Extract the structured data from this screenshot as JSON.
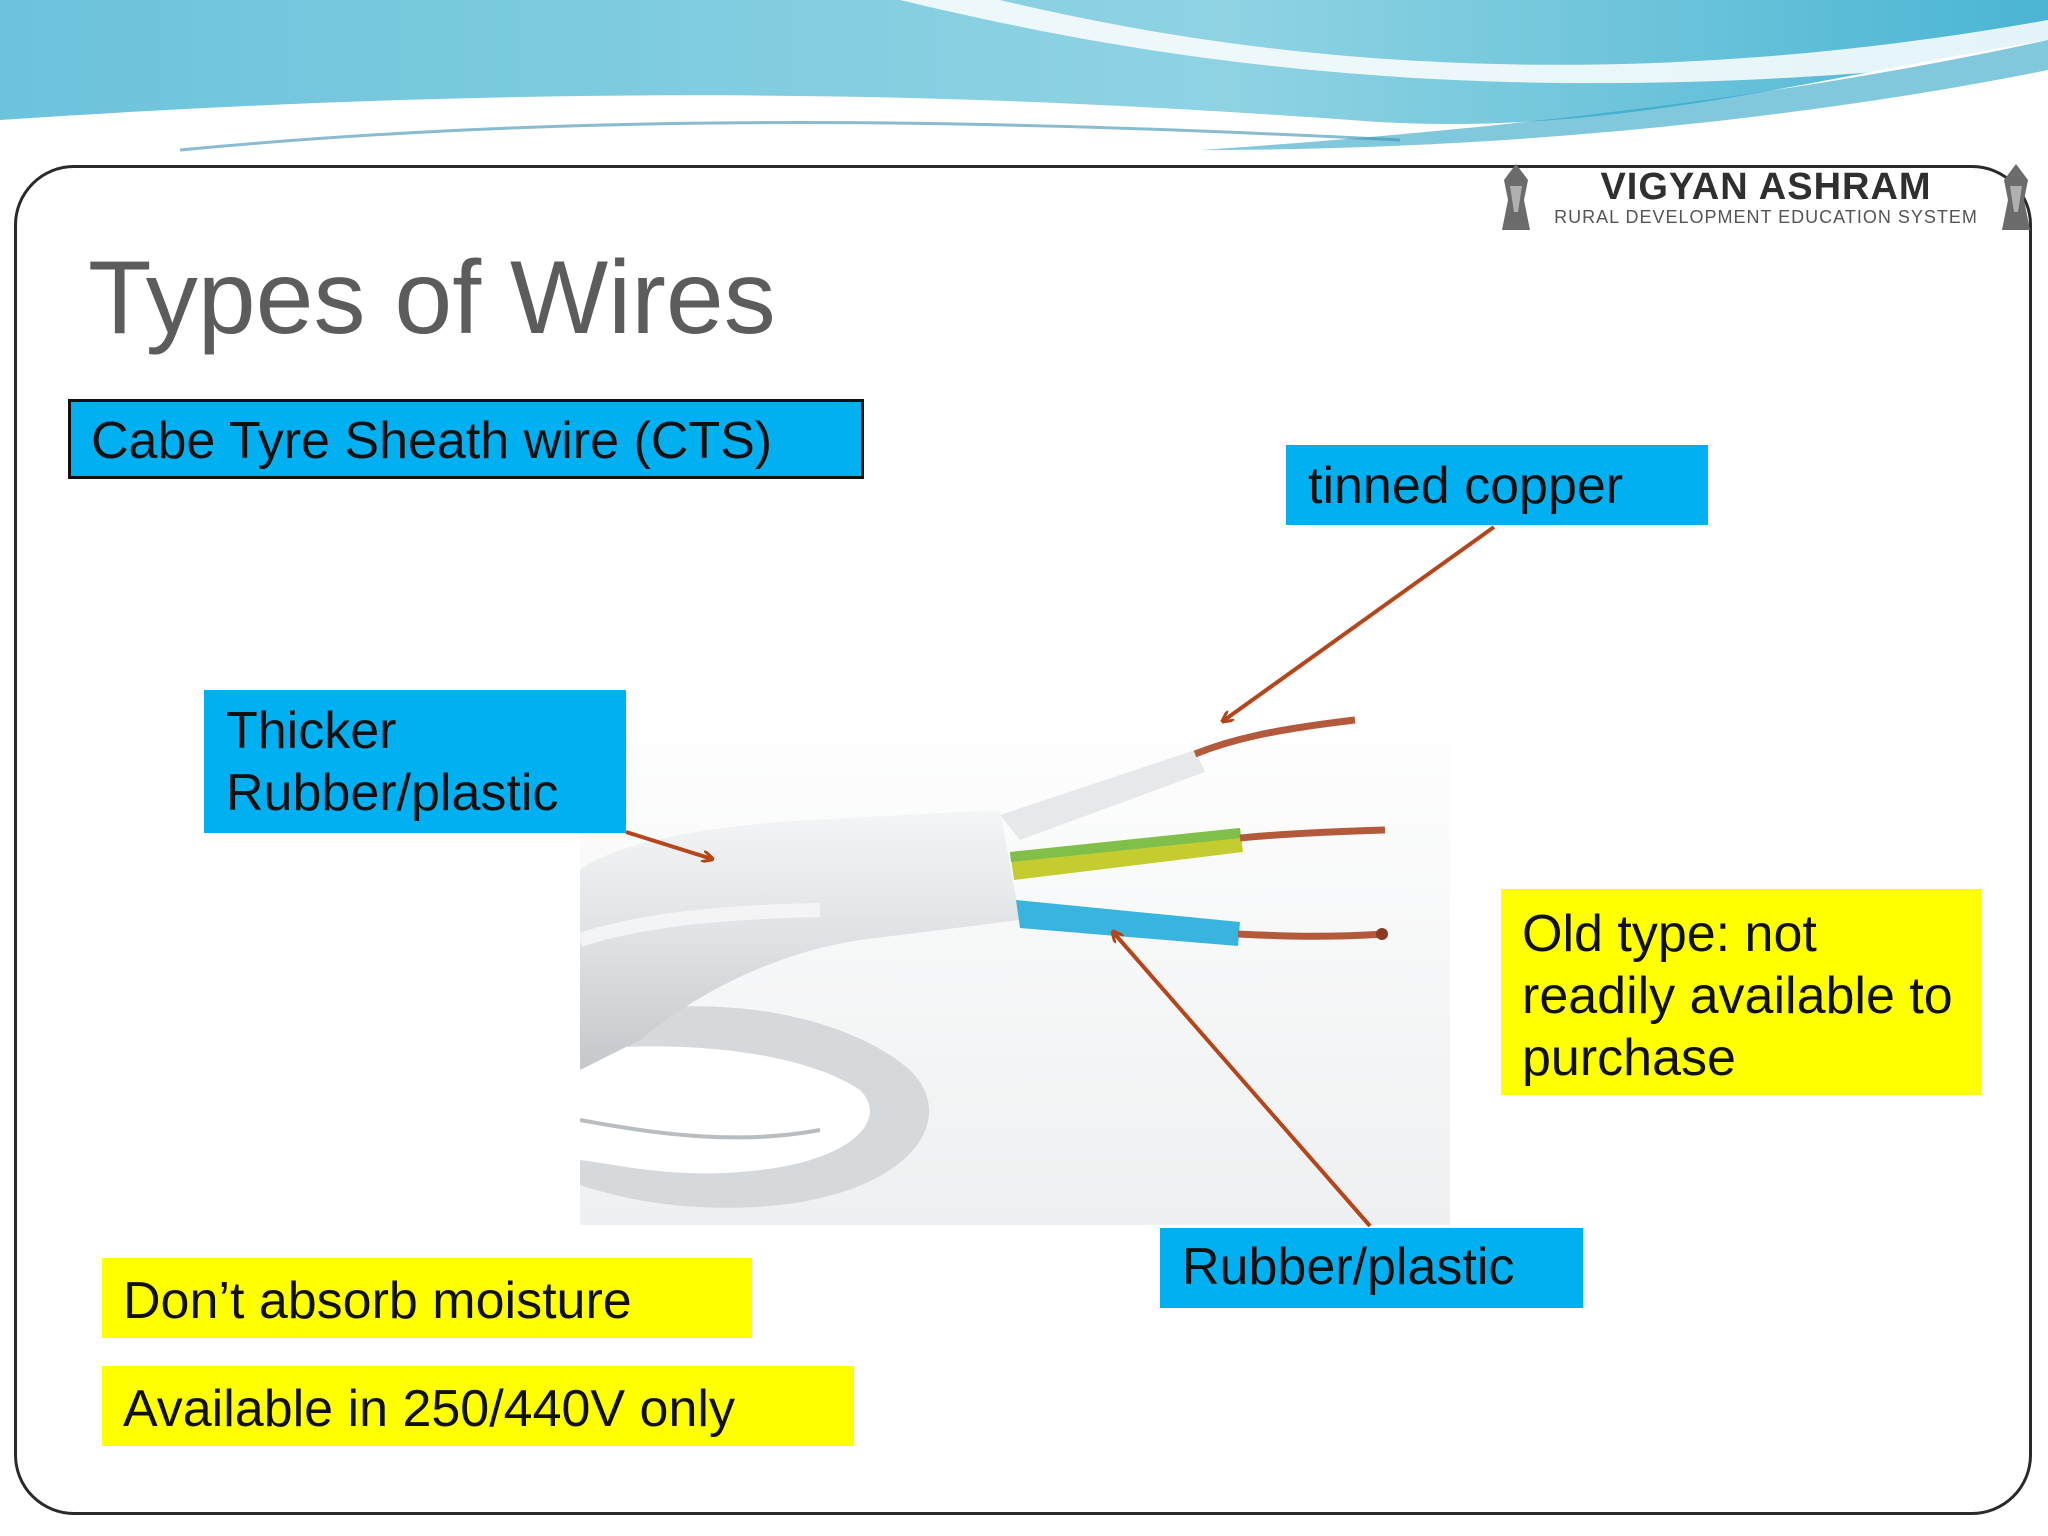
{
  "header": {
    "logo_title": "VIGYAN ASHRAM",
    "logo_subtitle": "RURAL DEVELOPMENT EDUCATION SYSTEM"
  },
  "slide": {
    "title": "Types of Wires"
  },
  "labels": {
    "cts": "Cabe Tyre Sheath wire (CTS)",
    "tinned_copper": "tinned copper",
    "thicker": "Thicker Rubber/plastic",
    "rubber_plastic": "Rubber/plastic",
    "old_type": "Old type: not readily available to purchase",
    "moisture": "Don’t absorb moisture",
    "voltage": "Available in 250/440V only"
  },
  "colors": {
    "blue_label": "#00b0f0",
    "yellow_label": "#ffff00",
    "arrow": "#b5451b",
    "title_text": "#5c5c5c"
  }
}
